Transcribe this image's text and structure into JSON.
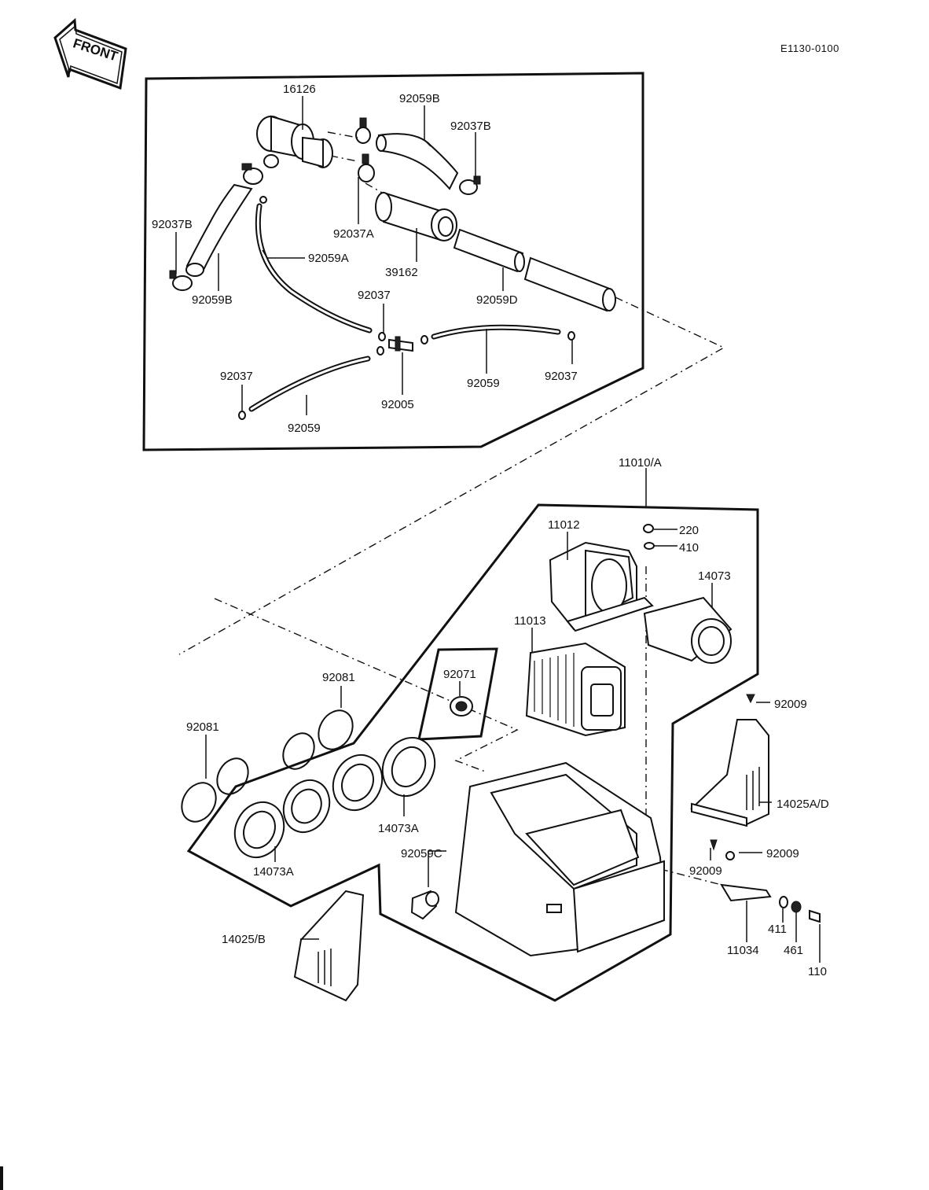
{
  "drawing_code": "E1130-0100",
  "front_arrow": "FRONT",
  "parts": {
    "p16126": "16126",
    "p92059B_top": "92059B",
    "p92037B_top": "92037B",
    "p92037B_left": "92037B",
    "p92037A": "92037A",
    "p92059A": "92059A",
    "p39162": "39162",
    "p92059B_left": "92059B",
    "p92037_mid": "92037",
    "p92059D": "92059D",
    "p92037_left": "92037",
    "p92059_right": "92059",
    "p92037_right": "92037",
    "p92005": "92005",
    "p92059_left": "92059",
    "p11010A": "11010/A",
    "p11012": "11012",
    "p220": "220",
    "p410": "410",
    "p14073": "14073",
    "p11013": "11013",
    "p92081_top": "92081",
    "p92071": "92071",
    "p92081_left": "92081",
    "p92009_top": "92009",
    "p14025AD": "14025A/D",
    "p14073A_right": "14073A",
    "p92059C": "92059C",
    "p92009_bottom_left": "92009",
    "p92009_bottom_right": "92009",
    "p14073A_left": "14073A",
    "p11034": "11034",
    "p411": "411",
    "p461": "461",
    "p110": "110",
    "p14025B": "14025/B"
  }
}
